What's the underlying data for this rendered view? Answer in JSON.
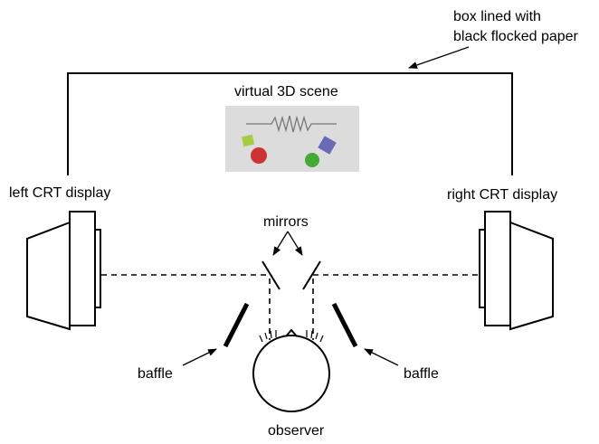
{
  "labels": {
    "box_line1": "box lined with",
    "box_line2": "black flocked paper",
    "scene": "virtual 3D scene",
    "left_display": "left CRT display",
    "right_display": "right CRT display",
    "mirrors": "mirrors",
    "baffle_left": "baffle",
    "baffle_right": "baffle",
    "observer": "observer"
  },
  "colors": {
    "scene_background": "#dcdcdc",
    "red_ball": "#cc3333",
    "green_ball": "#44aa33",
    "yellow_green_square": "#a5cc44",
    "blue_diamond": "#6a6ab8",
    "line": "#000000"
  }
}
